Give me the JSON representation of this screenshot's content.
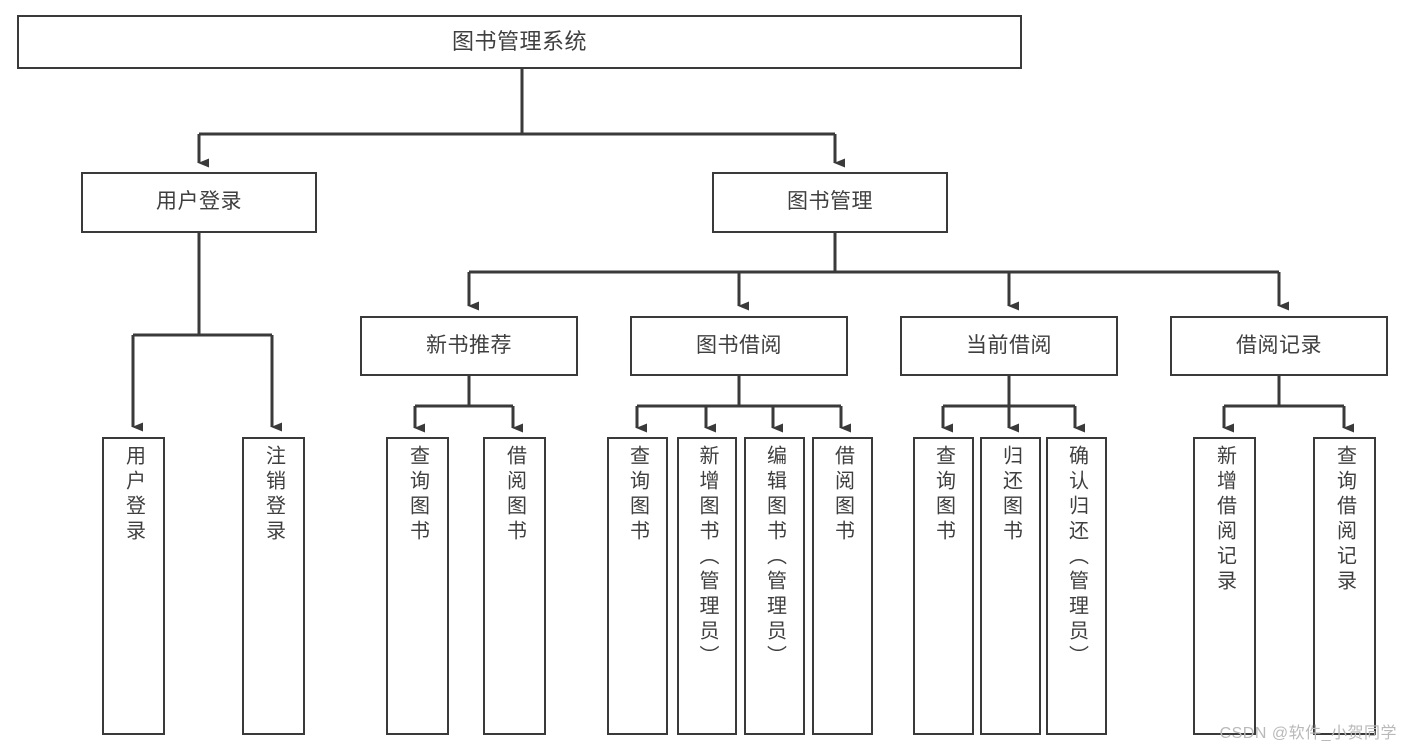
{
  "diagram": {
    "title": "图书管理系统",
    "type": "tree",
    "root": {
      "id": "root",
      "label": "图书管理系统"
    },
    "level1": [
      {
        "id": "user-login",
        "label": "用户登录"
      },
      {
        "id": "book-management",
        "label": "图书管理"
      }
    ],
    "level2": [
      {
        "id": "new-book-recommend",
        "label": "新书推荐",
        "parent": "book-management"
      },
      {
        "id": "book-borrow",
        "label": "图书借阅",
        "parent": "book-management"
      },
      {
        "id": "current-borrow",
        "label": "当前借阅",
        "parent": "book-management"
      },
      {
        "id": "borrow-record",
        "label": "借阅记录",
        "parent": "book-management"
      }
    ],
    "leaves": {
      "user_login": [
        {
          "id": "leaf-user-login",
          "label": "用户登录"
        },
        {
          "id": "leaf-logout-login",
          "label": "注销登录"
        }
      ],
      "new_book_recommend": [
        {
          "id": "leaf-query-book-1",
          "label": "查询图书"
        },
        {
          "id": "leaf-borrow-book-1",
          "label": "借阅图书"
        }
      ],
      "book_borrow": [
        {
          "id": "leaf-query-book-2",
          "label": "查询图书"
        },
        {
          "id": "leaf-add-book",
          "label": "新增图书（管理员）"
        },
        {
          "id": "leaf-edit-book",
          "label": "编辑图书（管理员）"
        },
        {
          "id": "leaf-borrow-book-2",
          "label": "借阅图书"
        }
      ],
      "current_borrow": [
        {
          "id": "leaf-query-book-3",
          "label": "查询图书"
        },
        {
          "id": "leaf-return-book",
          "label": "归还图书"
        },
        {
          "id": "leaf-confirm-return",
          "label": "确认归还（管理员）"
        }
      ],
      "borrow_record": [
        {
          "id": "leaf-add-record",
          "label": "新增借阅记录"
        },
        {
          "id": "leaf-query-record",
          "label": "查询借阅记录"
        }
      ]
    }
  },
  "watermark": {
    "text": "CSDN @软件_小贺同学"
  },
  "colors": {
    "line": "#3a3a3a",
    "box_fill": "#ffffff",
    "text": "#3f3f3f",
    "watermark": "#b9b9b9",
    "background": "#ffffff"
  }
}
